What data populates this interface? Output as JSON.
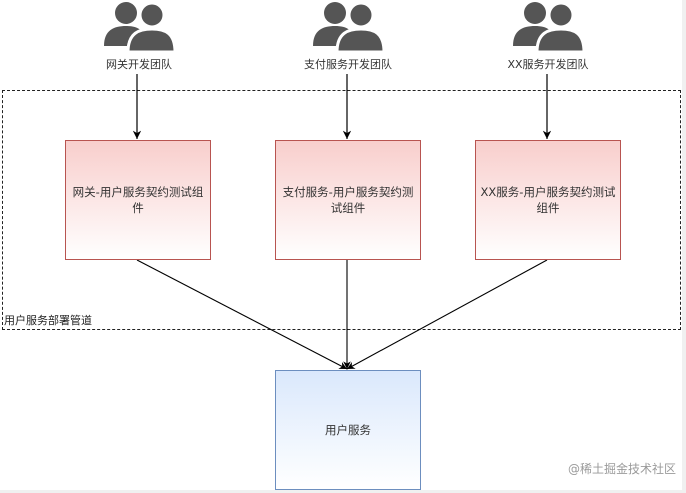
{
  "teams": [
    {
      "label": "网关开发团队",
      "icon": "user-group-icon"
    },
    {
      "label": "支付服务开发团队",
      "icon": "user-group-icon"
    },
    {
      "label": "XX服务开发团队",
      "icon": "user-group-icon"
    }
  ],
  "pipeline": {
    "label": "用户服务部署管道"
  },
  "contract_components": [
    {
      "label": "网关-用户服务契约测试组件"
    },
    {
      "label": "支付服务-用户服务契约测试组件"
    },
    {
      "label": "XX服务-用户服务契约测试组件"
    }
  ],
  "target_service": {
    "label": "用户服务"
  },
  "watermark": "@稀土掘金技术社区",
  "colors": {
    "icon": "#555555",
    "component_fill": "#f8cecc",
    "component_stroke": "#b85450",
    "service_fill": "#dae8fc",
    "service_stroke": "#6c8ebf",
    "edge": "#000000"
  }
}
